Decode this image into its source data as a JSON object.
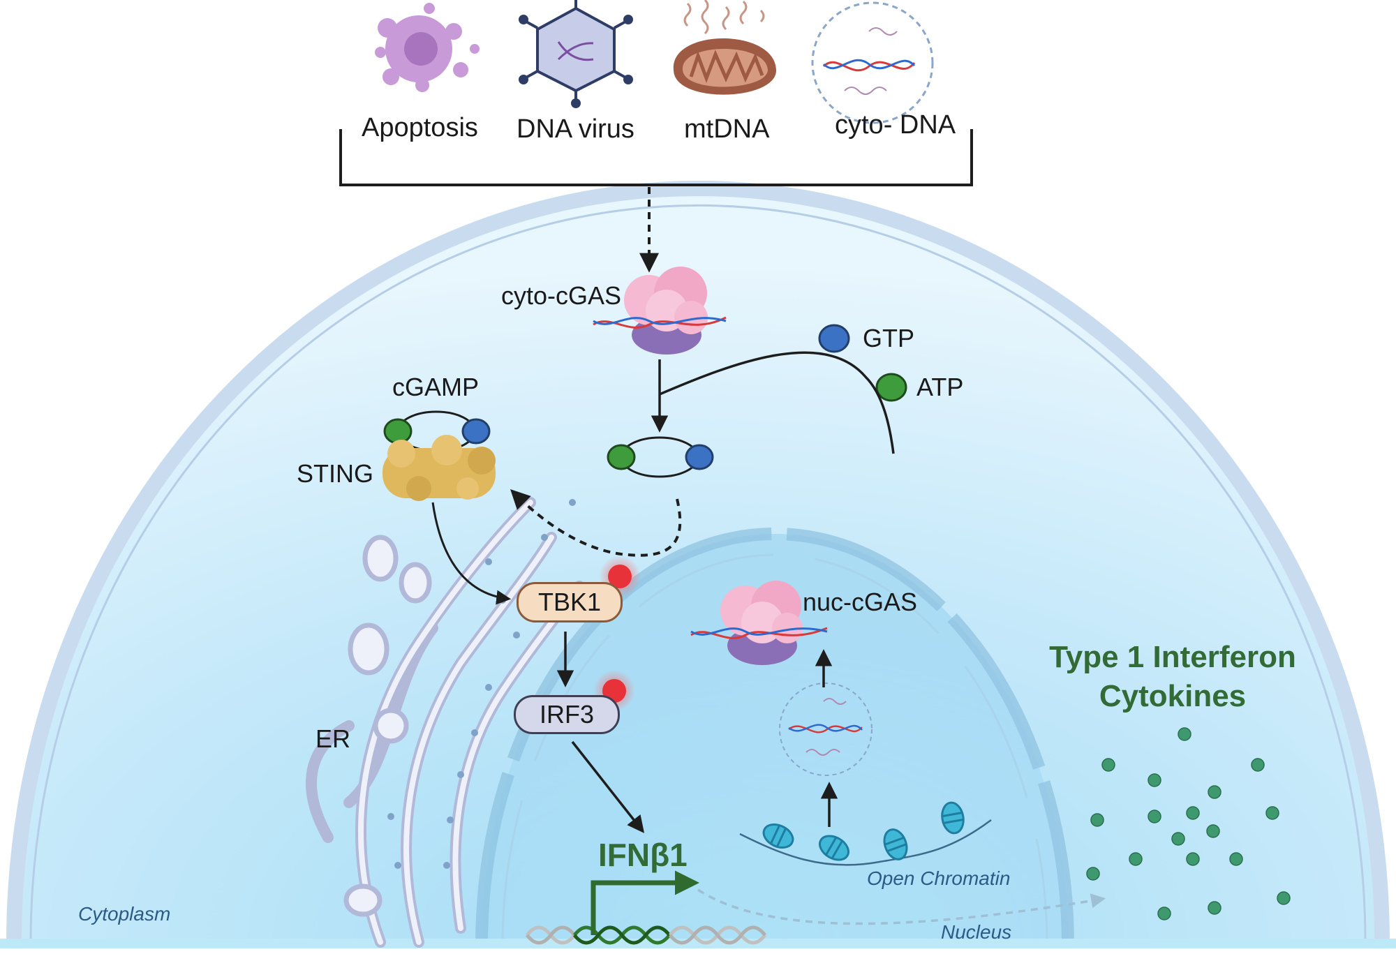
{
  "triggers": [
    {
      "id": "apoptosis",
      "label": "Apoptosis",
      "icon": "apoptotic-cell-icon"
    },
    {
      "id": "dna_virus",
      "label": "DNA virus",
      "icon": "dna-virus-icon"
    },
    {
      "id": "mtdna",
      "label": "mtDNA",
      "icon": "mitochondrion-icon"
    },
    {
      "id": "cyto_dna",
      "label": "cyto- DNA",
      "icon": "cytosolic-dna-icon"
    }
  ],
  "labels": {
    "cyto_cgas": "cyto-cGAS",
    "gtp": "GTP",
    "atp": "ATP",
    "cgamp": "cGAMP",
    "sting": "STING",
    "tbk1": "TBK1",
    "irf3": "IRF3",
    "er": "ER",
    "nuc_cgas": "nuc-cGAS",
    "ifnb1": "IFNβ1",
    "open_chromatin": "Open Chromatin",
    "nucleus": "Nucleus",
    "cytoplasm": "Cytoplasm",
    "interferon_title_line1": "Type 1 Interferon",
    "interferon_title_line2": "Cytokines"
  },
  "colors": {
    "gtp": "#3b72c4",
    "atp": "#3f9c3c",
    "phospho": "#e8323a",
    "tbk1_fill": "#f6dcc0",
    "irf3_fill": "#d4d8ea",
    "cytokine_dot": "#3e9a6e",
    "title_green": "#336b37",
    "membrane": "#c9dcef"
  }
}
